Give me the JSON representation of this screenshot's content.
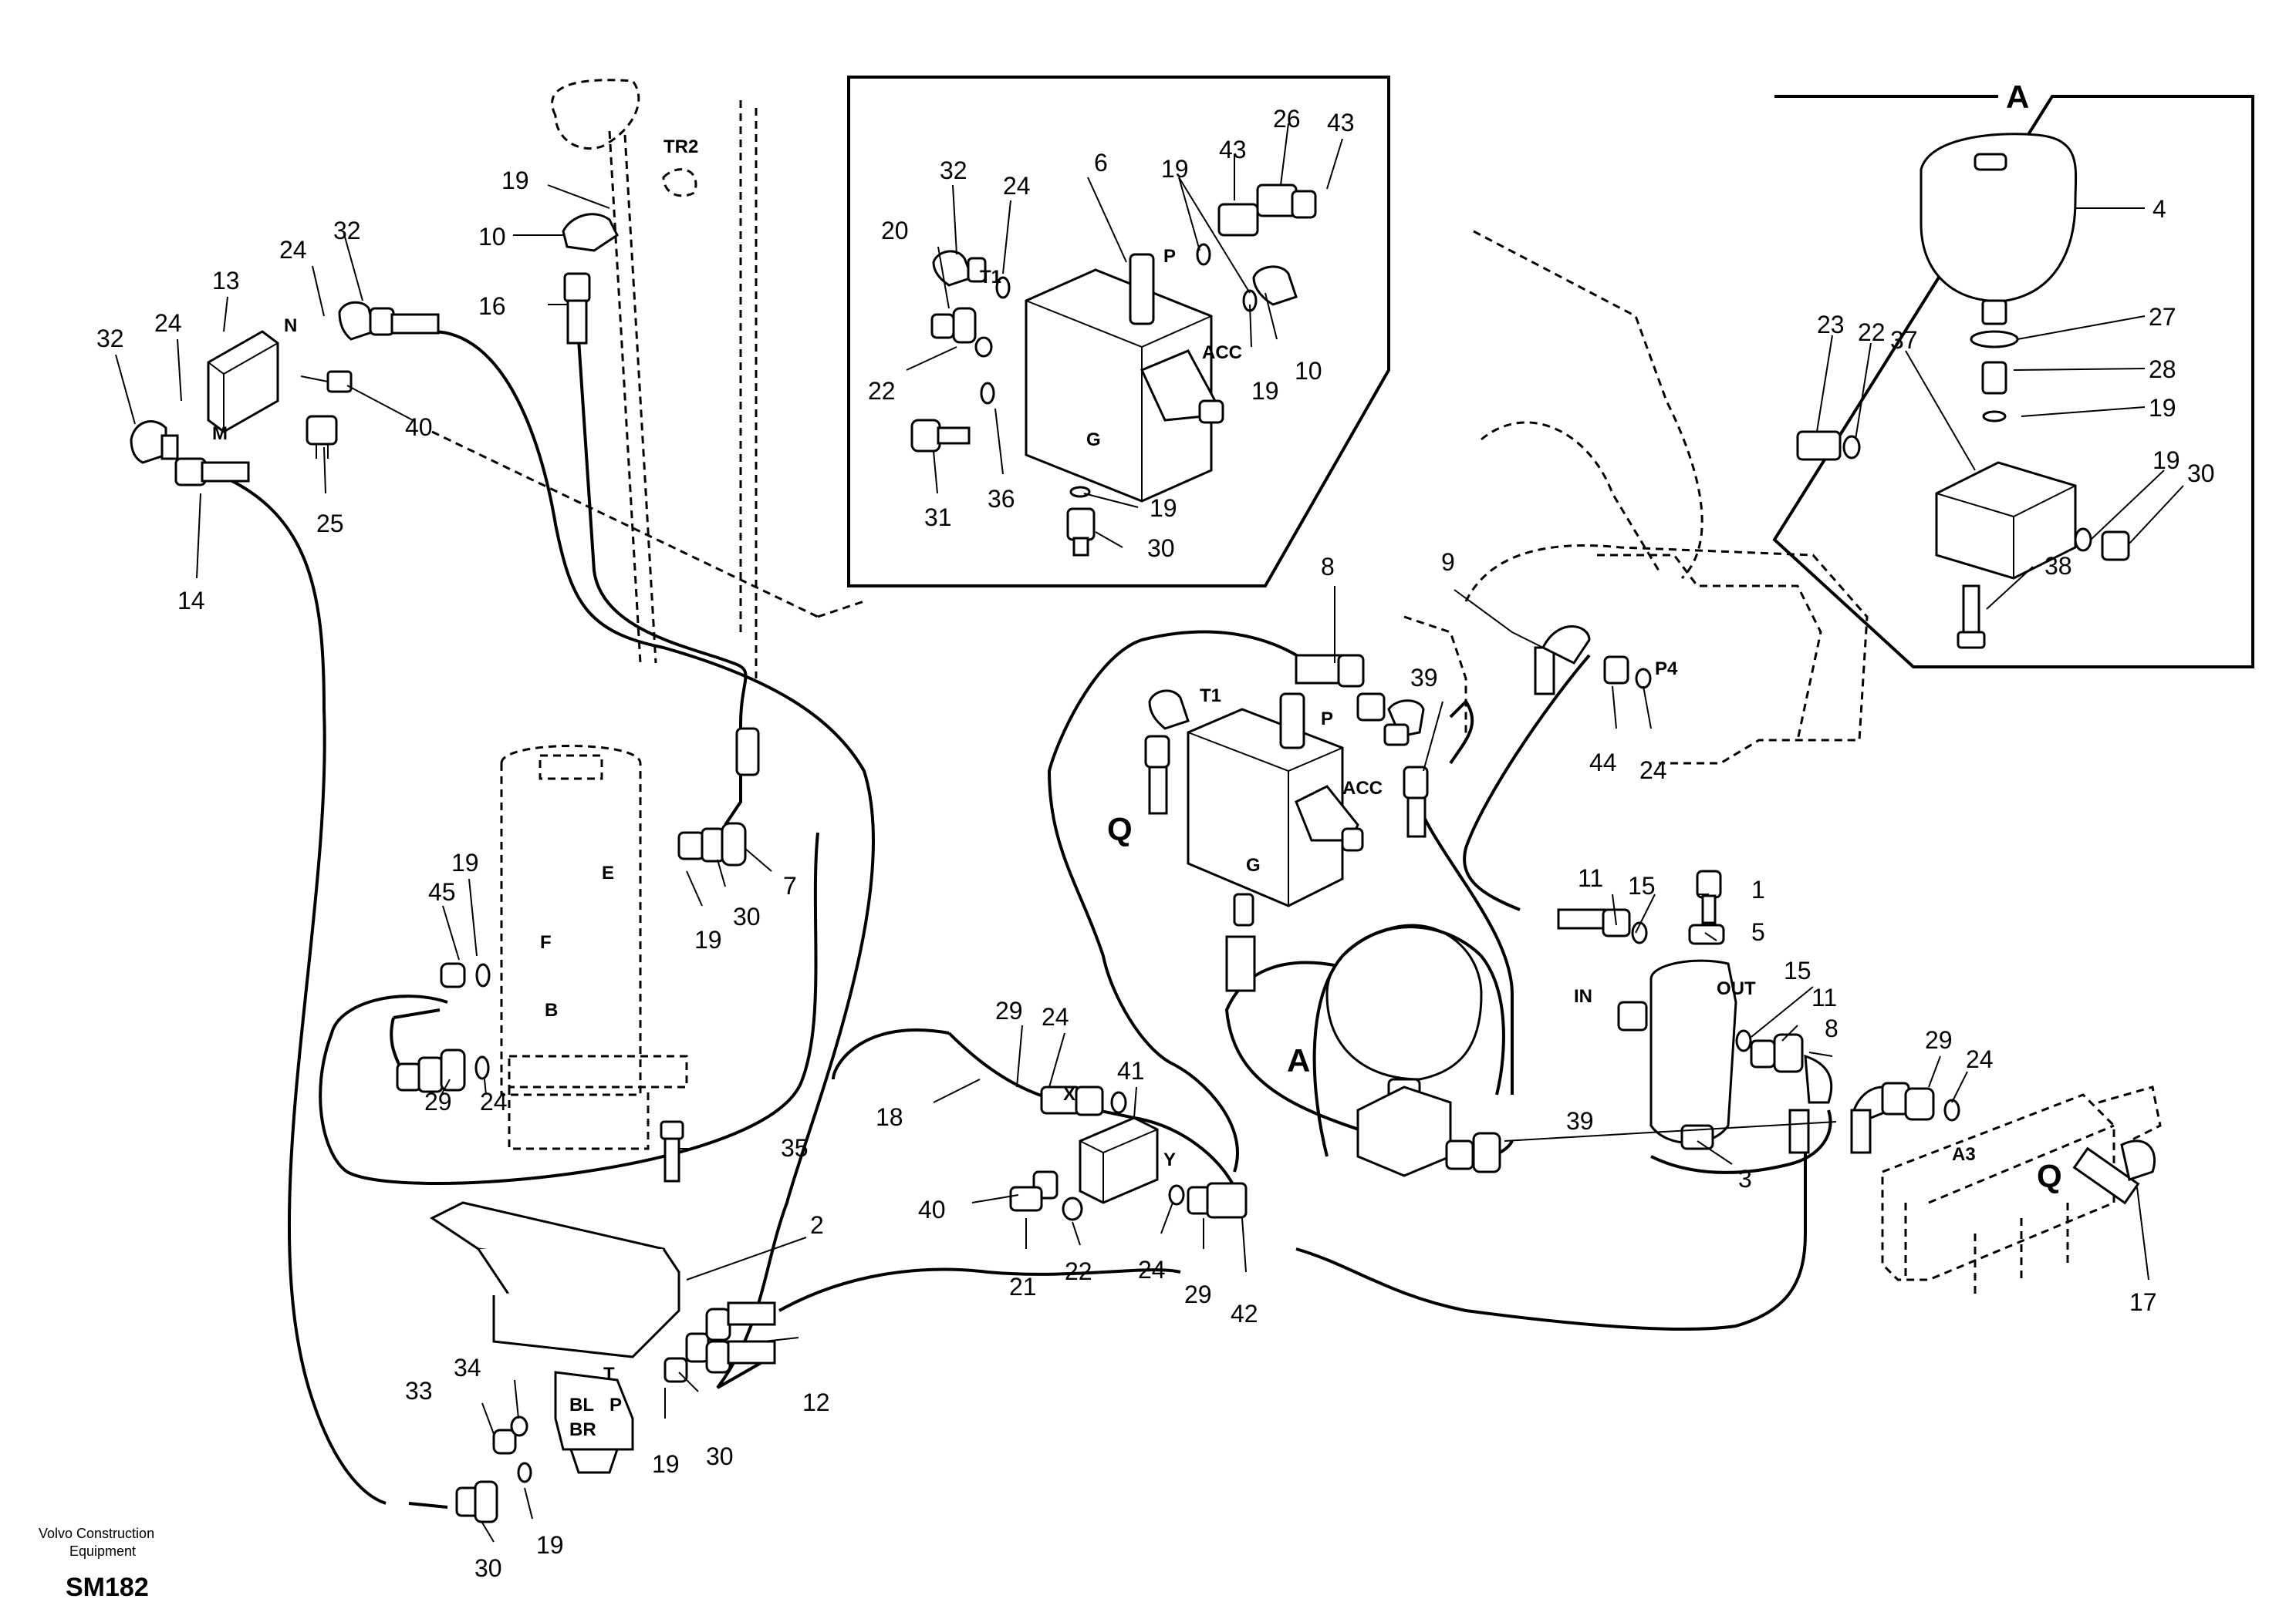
{
  "labels": {
    "l_32a": "32",
    "l_24a": "24",
    "l_13": "13",
    "l_24b": "24",
    "l_32b": "32",
    "l_14": "14",
    "l_25": "25",
    "l_40a": "40",
    "l_19a": "19",
    "l_10a": "10",
    "l_16": "16",
    "l_45": "45",
    "l_19b": "19",
    "l_7": "7",
    "l_30a": "30",
    "l_19c": "19",
    "l_29a": "29",
    "l_24c": "24",
    "l_35": "35",
    "l_2": "2",
    "l_12": "12",
    "l_34": "34",
    "l_33": "33",
    "l_19d": "19",
    "l_30b": "30",
    "l_19e": "19",
    "l_30c": "30",
    "l_32c": "32",
    "l_24d": "24",
    "l_6": "6",
    "l_20": "20",
    "l_22a": "22",
    "l_31": "31",
    "l_36": "36",
    "l_19f": "19",
    "l_30d": "30",
    "l_19g": "19",
    "l_43a": "43",
    "l_26": "26",
    "l_43b": "43",
    "l_10b": "10",
    "l_19h": "19",
    "l_8a": "8",
    "l_39a": "39",
    "l_9": "9",
    "l_44": "44",
    "l_24e": "24",
    "l_11a": "11",
    "l_15a": "15",
    "l_1": "1",
    "l_5": "5",
    "l_15b": "15",
    "l_11b": "11",
    "l_8b": "8",
    "l_3": "3",
    "l_39b": "39",
    "l_29b": "29",
    "l_24f": "24",
    "l_17": "17",
    "l_29c": "29",
    "l_24g": "24",
    "l_41": "41",
    "l_18": "18",
    "l_40b": "40",
    "l_21": "21",
    "l_22b": "22",
    "l_24h": "24",
    "l_29d": "29",
    "l_42": "42",
    "l_4": "4",
    "l_27": "27",
    "l_23": "23",
    "l_22c": "22",
    "l_37": "37",
    "l_28": "28",
    "l_19i": "19",
    "l_19j": "19",
    "l_30e": "30",
    "l_38": "38"
  },
  "ports": {
    "tr2": "TR2",
    "n": "N",
    "m": "M",
    "e": "E",
    "f": "F",
    "b": "B",
    "t": "T",
    "p": "P",
    "bl": "BL",
    "br": "BR",
    "t1_inset": "T1",
    "p_inset": "P",
    "acc_inset": "ACC",
    "g_inset": "G",
    "t1_main": "T1",
    "p_main": "P",
    "acc_main": "ACC",
    "g_main": "G",
    "p4": "P4",
    "in": "IN",
    "out": "OUT",
    "x": "X",
    "y": "Y",
    "a3": "A3"
  },
  "views": {
    "a_inset": "A",
    "a_main": "A",
    "q_left": "Q",
    "q_right": "Q"
  },
  "footer": {
    "company_line1": "Volvo Construction",
    "company_line2": "Equipment",
    "code": "SM182"
  }
}
